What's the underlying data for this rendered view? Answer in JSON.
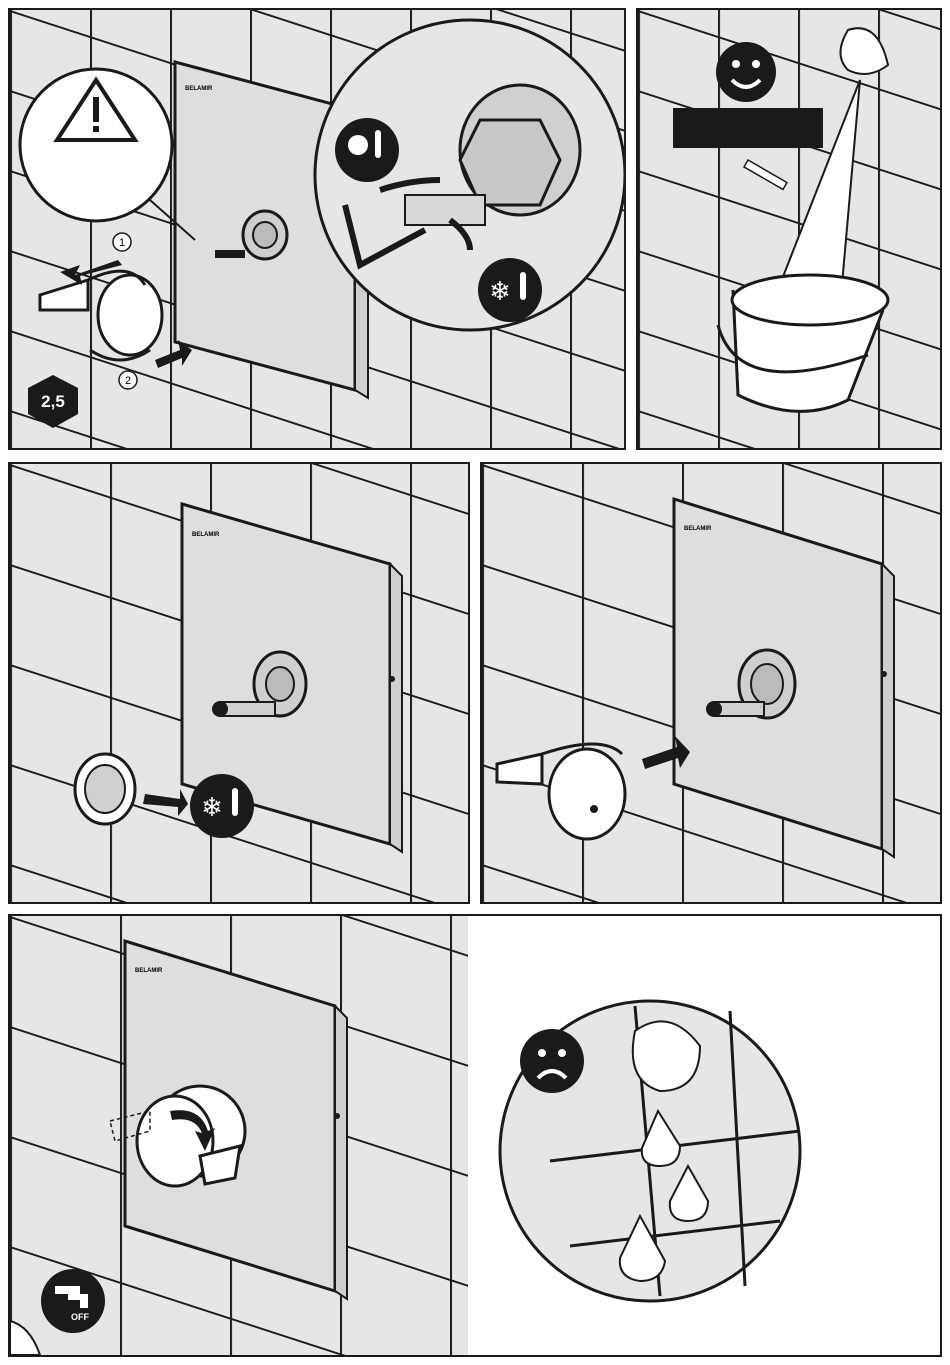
{
  "panels": {
    "p1": {
      "tool_size": "2,5",
      "step_1": "1",
      "step_2": "2",
      "brand": "BELAMIR"
    },
    "p2": {
      "mood": "smiley-happy-icon"
    },
    "p3": {
      "brand": "BELAMIR"
    },
    "p4": {
      "brand": "BELAMIR"
    },
    "p5": {
      "brand": "BELAMIR",
      "off_label": "OFF"
    },
    "p6": {
      "mood": "smiley-sad-icon"
    }
  },
  "colors": {
    "tile": "#e6e6e6",
    "grout": "#1a1a1a",
    "plate": "#dcdcdc",
    "ink": "#1a1a1a"
  }
}
